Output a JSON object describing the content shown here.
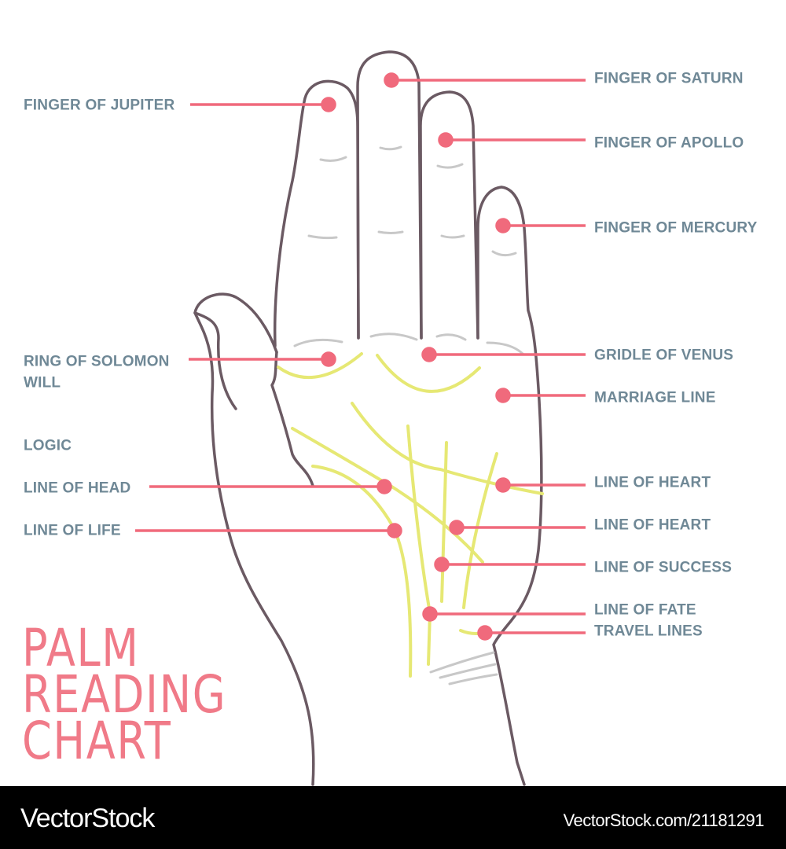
{
  "title": {
    "line1": "PALM",
    "line2": "READING",
    "line3": "CHART"
  },
  "colors": {
    "accent": "#f06a7c",
    "label": "#6f8896",
    "outline": "#6b5a63",
    "palm_lines": "#e6e874",
    "creases": "#c8c8c8"
  },
  "left_labels": [
    {
      "text": "FINGER OF JUPITER"
    },
    {
      "text": "RING OF SOLOMON"
    },
    {
      "text": "WILL"
    },
    {
      "text": "LOGIC"
    },
    {
      "text": "LINE OF HEAD"
    },
    {
      "text": "LINE OF LIFE"
    }
  ],
  "right_labels": [
    {
      "text": "FINGER OF SATURN"
    },
    {
      "text": "FINGER OF APOLLO"
    },
    {
      "text": "FINGER OF MERCURY"
    },
    {
      "text": "GRIDLE OF VENUS"
    },
    {
      "text": "MARRIAGE LINE"
    },
    {
      "text": "LINE OF HEART"
    },
    {
      "text": "LINE OF HEART"
    },
    {
      "text": "LINE OF SUCCESS"
    },
    {
      "text": "LINE OF FATE"
    },
    {
      "text": "TRAVEL LINES"
    }
  ],
  "watermark": {
    "brand": "VectorStock",
    "url": "VectorStock.com/21181291"
  }
}
